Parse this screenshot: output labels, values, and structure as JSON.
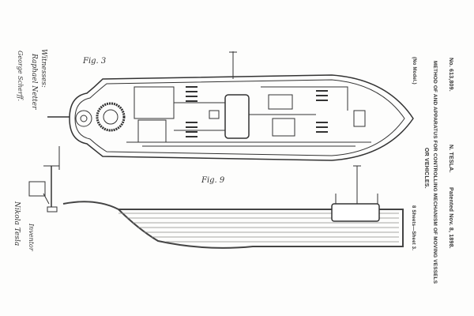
{
  "header": {
    "patent_number": "No. 613,809.",
    "inventor_name": "N. TESLA.",
    "patent_date": "Patented Nov. 8, 1898.",
    "title_line1": "METHOD OF AND APPARATUS FOR CONTROLLING MECHANISM OF MOVING VESSELS",
    "title_line2": "OR VEHICLES.",
    "model_note": "(No Model.)",
    "sheets": "8 Sheets—Sheet 3."
  },
  "figures": {
    "fig3": "Fig. 3",
    "fig9": "Fig. 9"
  },
  "signatures": {
    "witnesses_label": "Witnesses:",
    "witness1": "Raphael Netter",
    "witness2": "George Scherff.",
    "inventor_label": "Inventor",
    "inventor_signature": "Nikola Tesla"
  }
}
